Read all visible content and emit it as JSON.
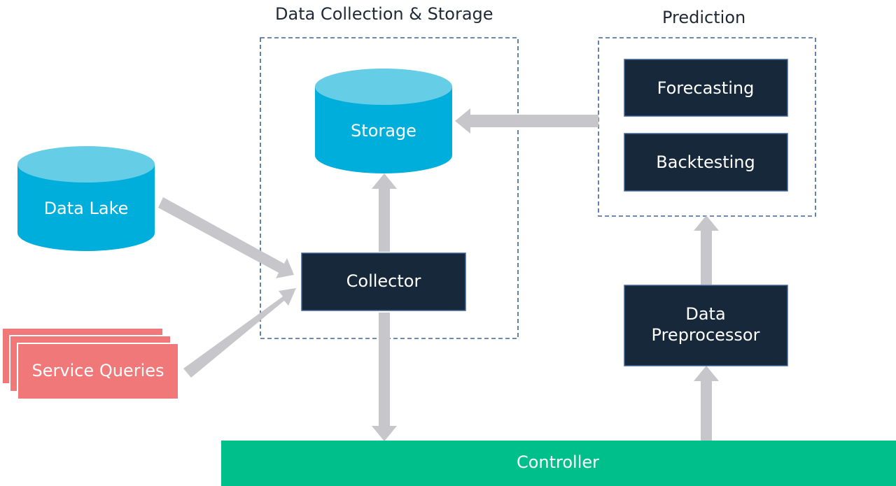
{
  "groups": {
    "collection": {
      "title": "Data Collection & Storage"
    },
    "prediction": {
      "title": "Prediction"
    }
  },
  "nodes": {
    "storage": "Storage",
    "data_lake": "Data Lake",
    "service_queries": "Service Queries",
    "collector": "Collector",
    "forecasting": "Forecasting",
    "backtesting": "Backtesting",
    "preprocessor_line1": "Data",
    "preprocessor_line2": "Preprocessor",
    "controller": "Controller"
  },
  "colors": {
    "dark_box": "#17283a",
    "cylinder_body": "#00aedb",
    "cylinder_top": "#66cde6",
    "service_queries": "#f07878",
    "controller": "#00bf8a",
    "arrow": "#c6c6cb",
    "dashed_border": "#3e6497"
  }
}
